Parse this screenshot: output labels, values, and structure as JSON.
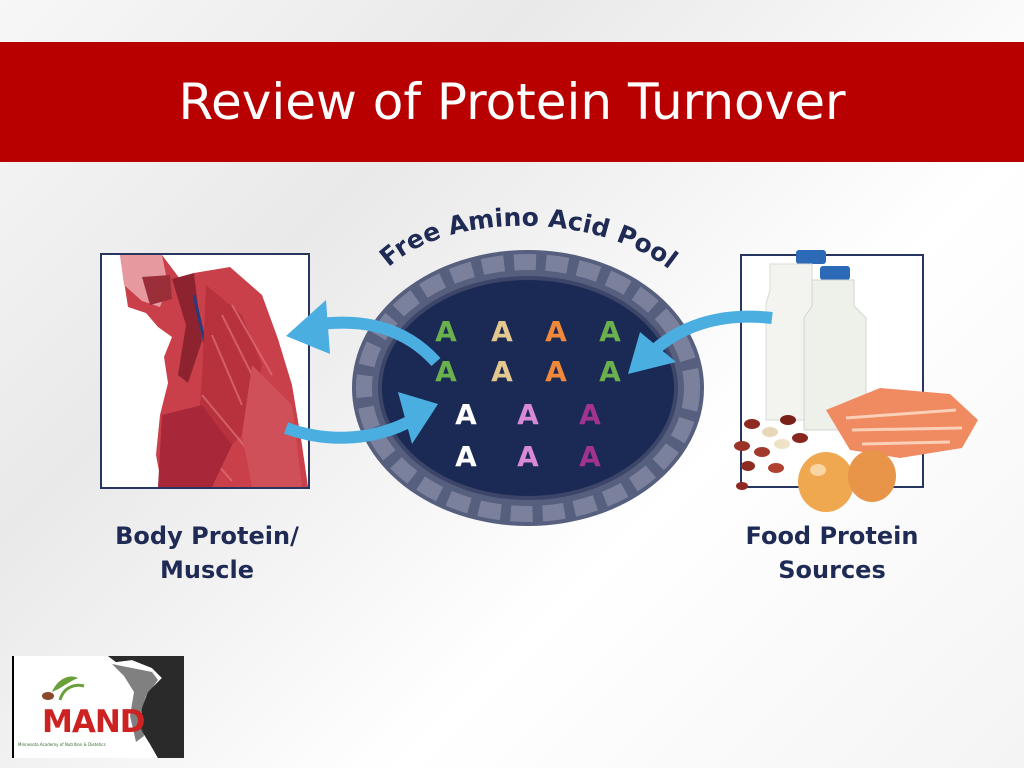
{
  "slide": {
    "title": "Review of Protein Turnover"
  },
  "diagram": {
    "pool_label": "Free Amino Acid Pool",
    "amino_symbol": "A",
    "amino_rows": [
      {
        "letters": [
          "A",
          "A",
          "A",
          "A"
        ],
        "colors": [
          "#6ab04c",
          "#e2c88e",
          "#f08a3a",
          "#6ab04c"
        ]
      },
      {
        "letters": [
          "A",
          "A",
          "A",
          "A"
        ],
        "colors": [
          "#6ab04c",
          "#e2c88e",
          "#f08a3a",
          "#6ab04c"
        ]
      },
      {
        "letters": [
          "A",
          "A",
          "A"
        ],
        "colors": [
          "#ffffff",
          "#d88ad6",
          "#a2348f"
        ]
      },
      {
        "letters": [
          "A",
          "A",
          "A"
        ],
        "colors": [
          "#ffffff",
          "#d88ad6",
          "#a2348f"
        ]
      }
    ],
    "left_caption_line1": "Body Protein/",
    "left_caption_line2": "Muscle",
    "right_caption_line1": "Food Protein",
    "right_caption_line2": "Sources"
  },
  "logo": {
    "name": "MAND",
    "subtitle": "Minnesota Academy of Nutrition & Dietetics"
  },
  "colors": {
    "title_bar": "#b90000",
    "navy": "#1f2b55",
    "arrow_blue": "#4aaee0",
    "pool_dark": "#1b2a55",
    "pool_ring": "#5e6583"
  }
}
